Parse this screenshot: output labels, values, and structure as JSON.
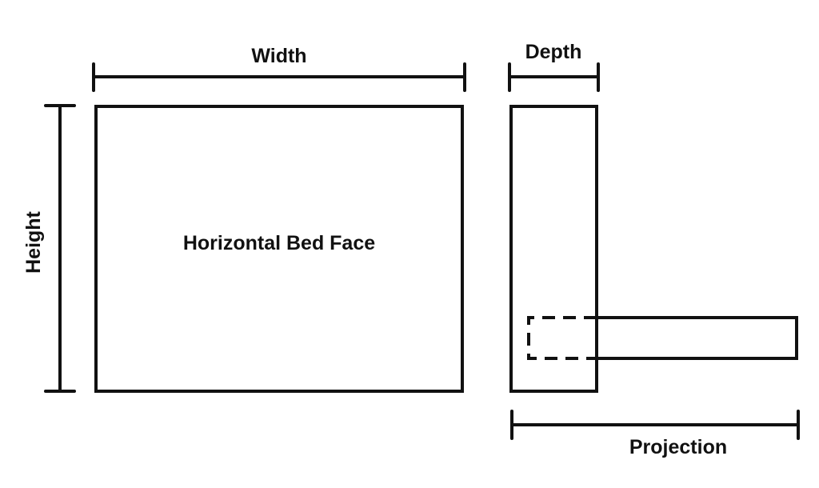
{
  "labels": {
    "width": "Width",
    "depth": "Depth",
    "height": "Height",
    "face": "Horizontal Bed Face",
    "projection": "Projection"
  },
  "colors": {
    "stroke": "#111111",
    "background": "#ffffff"
  }
}
